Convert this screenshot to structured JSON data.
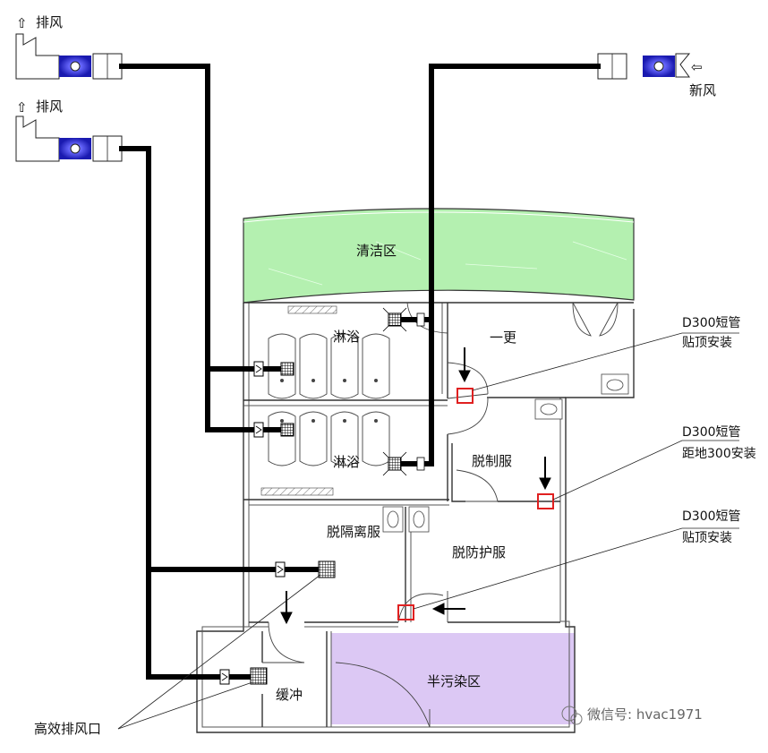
{
  "labels": {
    "exhaust_1": "排风",
    "exhaust_2": "排风",
    "fresh_air": "新风",
    "clean_zone": "清洁区",
    "shower_1": "淋浴",
    "shower_2": "淋浴",
    "change_1": "一更",
    "remove_scrubs": "脱制服",
    "remove_isolation": "脱隔离服",
    "remove_protective": "脱防护服",
    "buffer": "缓冲",
    "semi_contaminated": "半污染区",
    "hepa_exhaust": "高效排风口"
  },
  "callouts": [
    {
      "line1": "D300短管",
      "line2": "贴顶安装"
    },
    {
      "line1": "D300短管",
      "line2": "距地300安装"
    },
    {
      "line1": "D300短管",
      "line2": "贴顶安装"
    }
  ],
  "arrows": {
    "up": "⇧",
    "left": "⇦"
  },
  "watermark": "微信号: hvac1971",
  "colors": {
    "clean_zone": "#b4f0b0",
    "semi_contaminated": "#dcc8f4",
    "fan_blue": "#2b2bd6",
    "pipe_red": "#e02020",
    "duct": "#000000"
  }
}
